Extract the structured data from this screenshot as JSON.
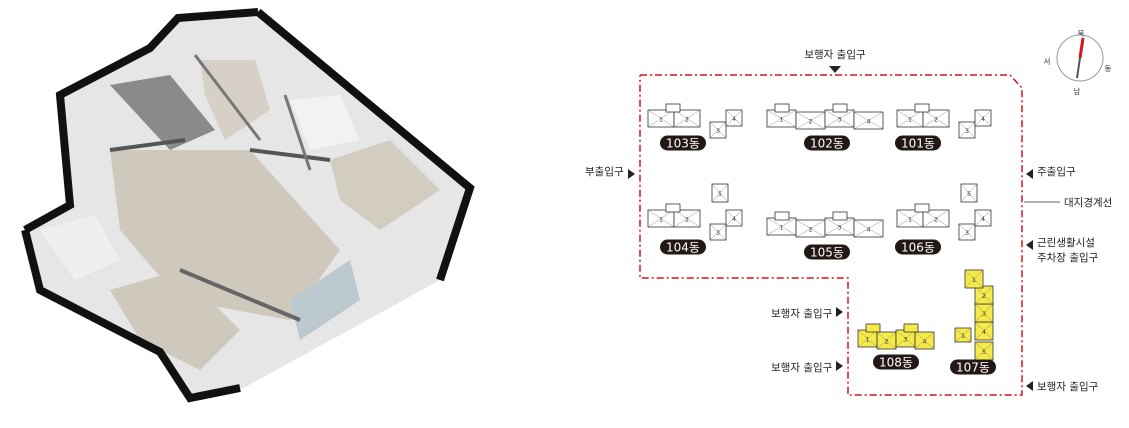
{
  "colors": {
    "boundary": "#d8141b",
    "wall": "#111111",
    "floor": "#cfc8bd",
    "badge": "#231815",
    "highlight": "#f6ea4a",
    "needle": "#d8141b"
  },
  "compass": {
    "north": "북",
    "south": "남",
    "east": "동",
    "west": "서"
  },
  "entrances": {
    "top_pedestrian": "보행자 출입구",
    "sub": "부출입구",
    "main": "주출입구",
    "boundary": "대지경계선",
    "commercial_line1": "근린생활시설",
    "commercial_line2": "주차장 출입구",
    "left_pedestrian_1": "보행자 출입구",
    "left_pedestrian_2": "보행자 출입구",
    "bottom_right_pedestrian": "보행자 출입구"
  },
  "buildings": [
    {
      "id": "103",
      "label": "103동",
      "units": [
        "1",
        "2",
        "3",
        "4"
      ]
    },
    {
      "id": "102",
      "label": "102동",
      "units": [
        "1",
        "2",
        "3",
        "4"
      ]
    },
    {
      "id": "101",
      "label": "101동",
      "units": [
        "1",
        "2",
        "3",
        "4"
      ]
    },
    {
      "id": "104",
      "label": "104동",
      "units": [
        "1",
        "2",
        "3",
        "4",
        "5"
      ]
    },
    {
      "id": "105",
      "label": "105동",
      "units": [
        "1",
        "2",
        "3",
        "4"
      ]
    },
    {
      "id": "106",
      "label": "106동",
      "units": [
        "1",
        "2",
        "3",
        "4",
        "5"
      ]
    },
    {
      "id": "108",
      "label": "108동",
      "units": [
        "1",
        "2",
        "3",
        "4"
      ]
    },
    {
      "id": "107",
      "label": "107동",
      "units": [
        "1",
        "2",
        "3",
        "4",
        "5"
      ]
    }
  ]
}
